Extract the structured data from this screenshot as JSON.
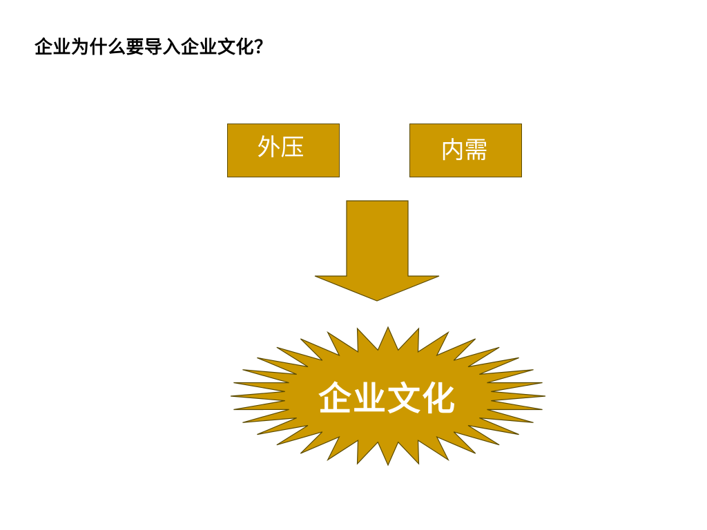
{
  "slide": {
    "title": "企业为什么要导入企业文化？"
  },
  "diagram": {
    "left_box": {
      "label": "外压"
    },
    "right_box": {
      "label": "内需"
    },
    "result": {
      "label": "企业文化"
    }
  },
  "colors": {
    "fill": "#cc9900",
    "outline": "#5a4a00",
    "label_text": "#ffffff",
    "title_text": "#000000"
  }
}
